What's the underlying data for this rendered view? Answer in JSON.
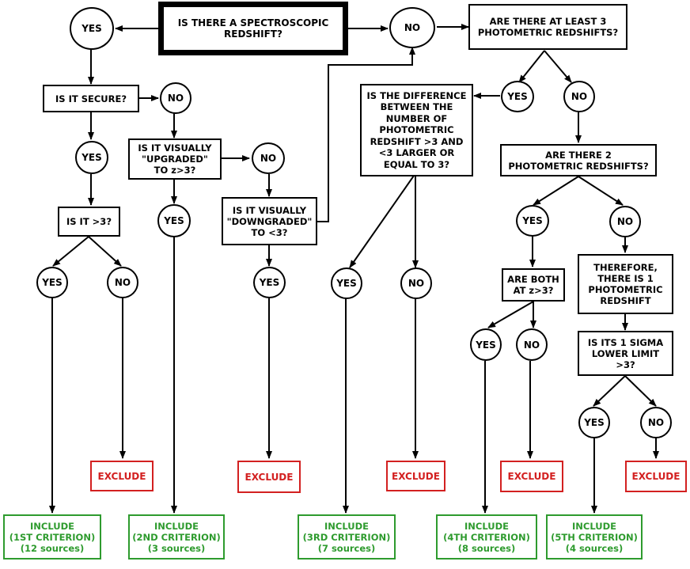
{
  "start": "IS THERE A SPECTROSCOPIC\nREDSHIFT?",
  "yes": "YES",
  "no": "NO",
  "secure": "IS IT SECURE?",
  "gt3": "IS IT >3?",
  "upgraded": "IS IT VISUALLY\n\"UPGRADED\"\nTO z>3?",
  "downgraded": "IS IT VISUALLY\n\"DOWNGRADED\"\nTO <3?",
  "three_photo": "ARE THERE AT LEAST 3\nPHOTOMETRIC REDSHIFTS?",
  "difference": "IS THE DIFFERENCE\nBETWEEN THE\nNUMBER OF\nPHOTOMETRIC\nREDSHIFT >3 AND\n<3 LARGER OR\nEQUAL TO 3?",
  "two_photo": "ARE THERE 2\nPHOTOMETRIC REDSHIFTS?",
  "both": "ARE BOTH\nAT z>3?",
  "therefore": "THEREFORE,\nTHERE IS  1\nPHOTOMETRIC\nREDSHIFT",
  "sigma": "IS ITS 1 SIGMA\nLOWER LIMIT\n>3?",
  "exclude": "EXCLUDE",
  "include_1": "INCLUDE\n(1ST CRITERION)\n(12 sources)",
  "include_2": "INCLUDE\n(2ND CRITERION)\n(3 sources)",
  "include_3": "INCLUDE\n(3RD CRITERION)\n(7 sources)",
  "include_4": "INCLUDE\n(4TH CRITERION)\n(8 sources)",
  "include_5": "INCLUDE\n(5TH CRITERION)\n(4 sources)"
}
